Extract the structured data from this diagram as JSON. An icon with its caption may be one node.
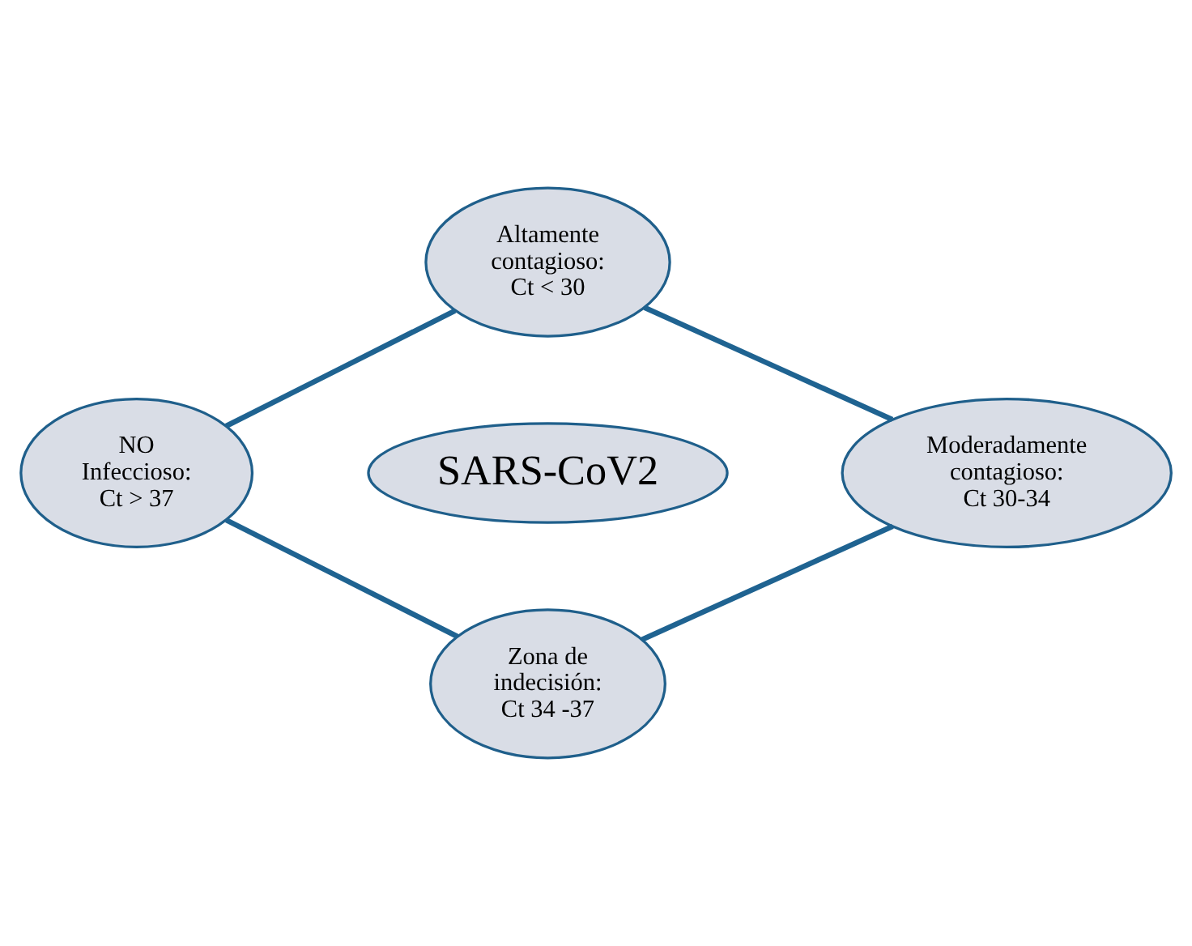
{
  "diagram": {
    "nodes": [
      {
        "text": [
          "Altamente contagioso: Ct < 30"
        ]
      },
      {
        "text": [
          "NO Infeccioso: Ct > 37"
        ]
      },
      {
        "text": [
          "SARS-CoV2"
        ]
      },
      {
        "text": [
          "Moderadamente contagioso: Ct 30-34"
        ]
      },
      {
        "text": [
          "Zona de indecisión: Ct 34 -37"
        ]
      }
    ],
    "edges": [
      {
        "from": 0,
        "to": 3,
        "arrow": "none"
      },
      {
        "from": 3,
        "to": 4,
        "arrow": "none"
      },
      {
        "from": 4,
        "to": 1,
        "arrow": "none"
      },
      {
        "from": 1,
        "to": 0,
        "arrow": "none"
      }
    ]
  }
}
